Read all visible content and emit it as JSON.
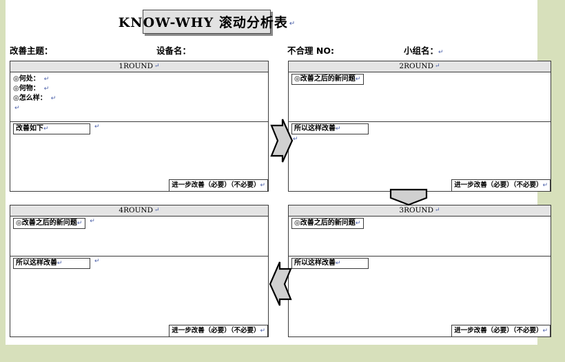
{
  "document": {
    "title_main": "KNOW-WHY 滚动分析表",
    "title_pilcrow": "↵",
    "pilcrow": "↵",
    "background_color": "#d7e0bb",
    "page_color": "#ffffff",
    "header_band_color": "#e4e4e4",
    "title_box_color": "#e2e2e2"
  },
  "headers": {
    "theme_label": "改善主题：",
    "equipment_label": "设备名：",
    "defect_no_label": "不合理 NO:",
    "team_label": "小组名：",
    "team_pilcrow": "↵"
  },
  "rounds": [
    {
      "id": "round1",
      "head": "1ROUND",
      "head_pilcrow": "↵",
      "bullets": [
        {
          "marker": "◎",
          "label": "何处：",
          "mark": "↵"
        },
        {
          "marker": "◎",
          "label": "何物：",
          "mark": "↵"
        },
        {
          "marker": "◎",
          "label": "怎么样：",
          "mark": "↵"
        }
      ],
      "extra_mark": "↵",
      "action_tag": "改善如下",
      "action_tag_mark": "↵",
      "action_side_mark": "↵",
      "footer_tag": "进一步改善（必要）（不必要）",
      "footer_mark": "↵"
    },
    {
      "id": "round2",
      "head": "2ROUND",
      "head_pilcrow": "↵",
      "problem_tag": "◎改善之后的新问题",
      "problem_tag_mark": "↵",
      "problem_side_mark": "↵",
      "action_tag": "所以这样改善",
      "action_tag_mark": "↵",
      "action_side_mark": "↵",
      "footer_tag": "进一步改善（必要）（不必要）",
      "footer_mark": "↵"
    },
    {
      "id": "round4",
      "head": "4ROUND",
      "head_pilcrow": "↵",
      "problem_tag": "◎改善之后的新问题",
      "problem_tag_mark": "↵",
      "problem_side_mark": "↵",
      "action_tag": "所以这样改善",
      "action_tag_mark": "↵",
      "action_side_mark": "↵",
      "footer_tag": "进一步改善（必要）（不必要）",
      "footer_mark": "↵"
    },
    {
      "id": "round3",
      "head": "3ROUND",
      "head_pilcrow": "↵",
      "problem_tag": "◎改善之后的新问题",
      "problem_tag_mark": "↵",
      "problem_side_mark": "↵",
      "action_tag": "所以这样改善",
      "action_tag_mark": "↵",
      "action_side_mark": "↵",
      "footer_tag": "进一步改善（必要）（不必要）",
      "footer_mark": "↵"
    }
  ],
  "arrows": [
    {
      "name": "arrow-right-1-to-2",
      "direction": "right"
    },
    {
      "name": "arrow-down-2-to-3",
      "direction": "down"
    },
    {
      "name": "arrow-left-3-to-4",
      "direction": "left"
    }
  ],
  "colors": {
    "arrow_fill": "#d0d0d0",
    "arrow_stroke": "#000000",
    "border": "#3a3a3a"
  }
}
